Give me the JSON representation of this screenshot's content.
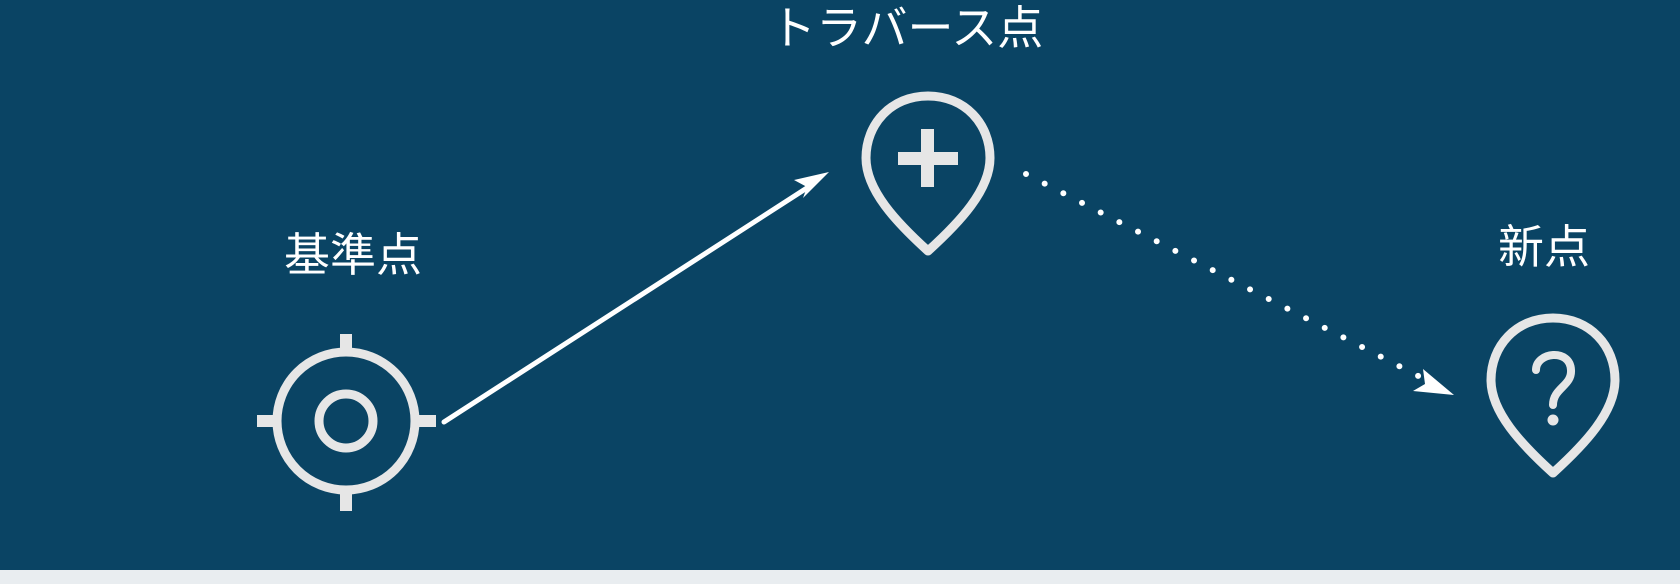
{
  "diagram": {
    "nodes": [
      {
        "id": "base",
        "label": "基準点",
        "icon": "target-icon"
      },
      {
        "id": "traverse",
        "label": "トラバース点",
        "icon": "map-pin-plus-icon"
      },
      {
        "id": "new",
        "label": "新点",
        "icon": "map-pin-question-icon"
      }
    ],
    "edges": [
      {
        "from": "base",
        "to": "traverse",
        "style": "solid"
      },
      {
        "from": "traverse",
        "to": "new",
        "style": "dotted"
      }
    ],
    "colors": {
      "background": "#0a4464",
      "icon": "#e6e6e6",
      "text": "#ffffff",
      "footer": "#e9edf0"
    }
  }
}
